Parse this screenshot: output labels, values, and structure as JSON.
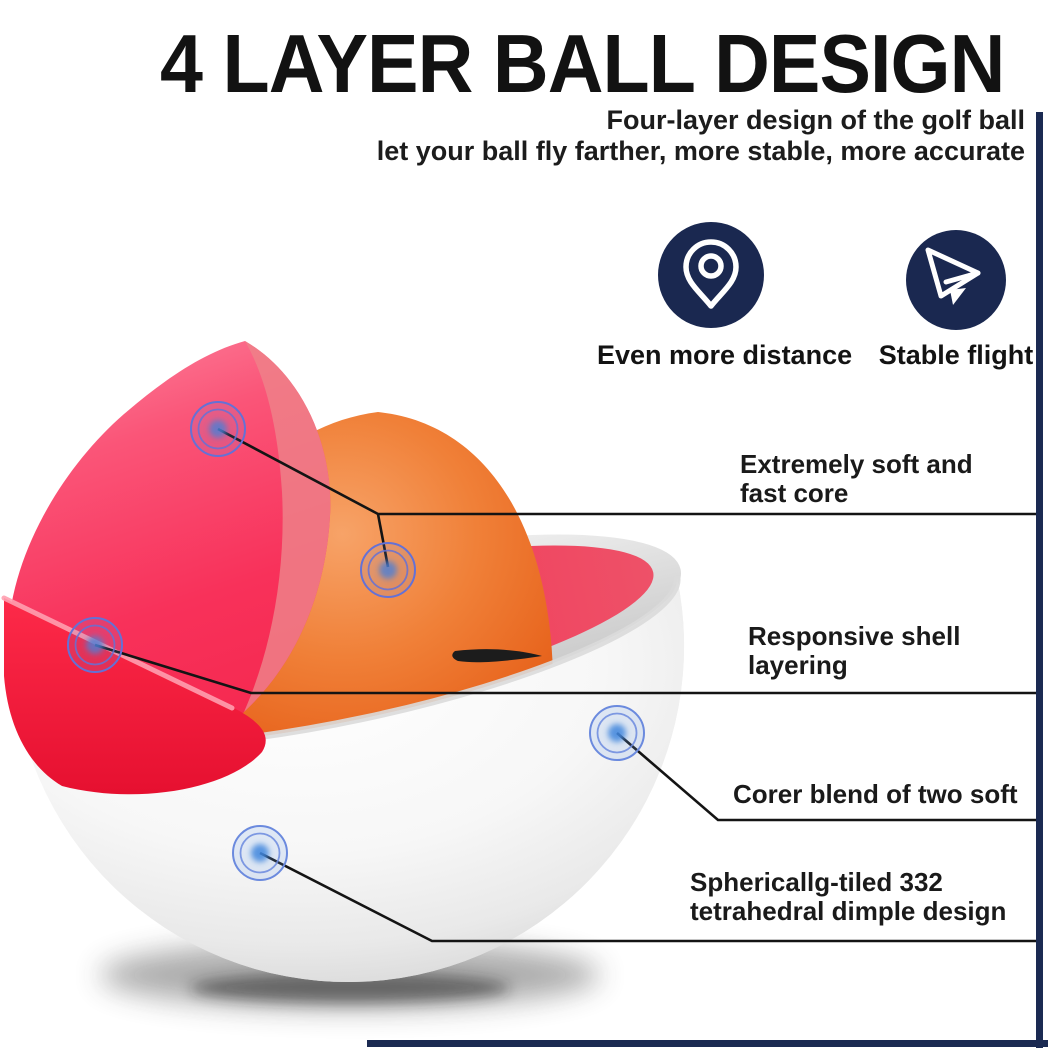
{
  "title": "4 LAYER BALL DESIGN",
  "subtitle": {
    "line1": "Four-layer design of the golf ball",
    "line2": "let your ball fly farther, more stable, more accurate"
  },
  "features": [
    {
      "icon": "location-pin-icon",
      "label": "Even more distance"
    },
    {
      "icon": "paper-plane-icon",
      "label": "Stable flight"
    }
  ],
  "callouts": [
    {
      "lines": [
        "Extremely soft and",
        "fast core"
      ]
    },
    {
      "lines": [
        "Responsive shell",
        "layering"
      ]
    },
    {
      "lines": [
        "Corer blend of two soft"
      ]
    },
    {
      "lines": [
        "Sphericallg-tiled 332",
        "tetrahedral dimple design"
      ]
    }
  ],
  "colors": {
    "navy": "#1a2850",
    "cover_pink": "#f94a6e",
    "inner_red": "#f5163c",
    "core_orange": "#ec7030",
    "marker_blue": "#5f6ed6",
    "text": "#151515"
  }
}
